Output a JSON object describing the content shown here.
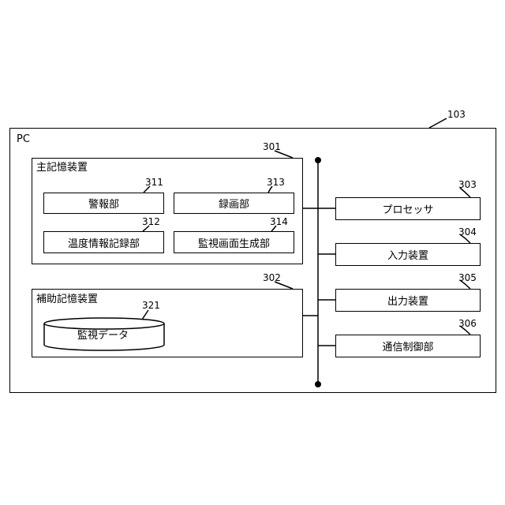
{
  "pc": {
    "label": "PC",
    "ref": "103"
  },
  "main_storage": {
    "label": "主記憶装置",
    "ref": "301",
    "modules": [
      {
        "ref": "311",
        "label": "警報部"
      },
      {
        "ref": "313",
        "label": "録画部"
      },
      {
        "ref": "312",
        "label": "温度情報記録部"
      },
      {
        "ref": "314",
        "label": "監視画面生成部"
      }
    ]
  },
  "aux_storage": {
    "label": "補助記憶装置",
    "ref": "302",
    "db": {
      "ref": "321",
      "label": "監視データ"
    }
  },
  "devices": [
    {
      "ref": "303",
      "label": "プロセッサ"
    },
    {
      "ref": "304",
      "label": "入力装置"
    },
    {
      "ref": "305",
      "label": "出力装置"
    },
    {
      "ref": "306",
      "label": "通信制御部"
    }
  ]
}
